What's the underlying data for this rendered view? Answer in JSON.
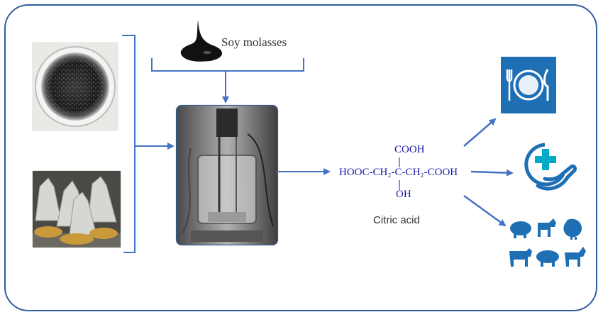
{
  "inputs": {
    "molasses_label": "Soy molasses"
  },
  "product": {
    "formula_top": "COOH",
    "formula_main": "HOOC-CH₂-C-CH₂-COOH",
    "formula_bottom": "OH",
    "name": "Citric acid"
  },
  "applications": [
    {
      "icon": "food-plate-icon"
    },
    {
      "icon": "medical-cross-hand-icon"
    },
    {
      "icon": "livestock-animals-icon"
    }
  ],
  "colors": {
    "frame": "#2f5f9e",
    "arrow": "#4472c4",
    "formula": "#1a1aa6",
    "icon_blue": "#1f6fb5",
    "icon_cyan": "#00a9c7"
  }
}
